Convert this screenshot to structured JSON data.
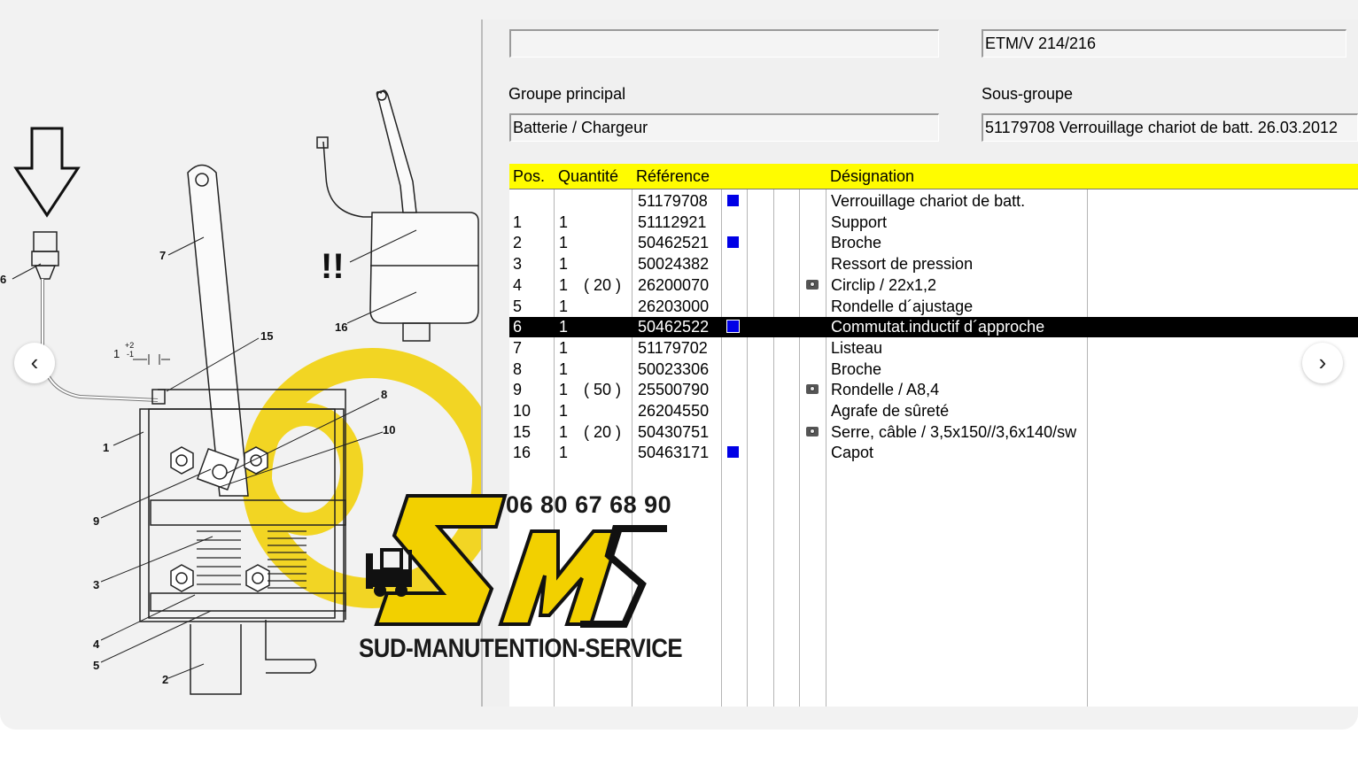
{
  "header": {
    "field_top_left": "",
    "model": "ETM/V 214/216",
    "groupe_principal_label": "Groupe principal",
    "groupe_principal_value": "Batterie / Chargeur",
    "sous_groupe_label": "Sous-groupe",
    "sous_groupe_value": "51179708  Verrouillage chariot de batt. 26.03.2012"
  },
  "table": {
    "columns": [
      "Pos.",
      "Quantité",
      "Référence",
      "Désignation"
    ],
    "rows": [
      {
        "pos": "",
        "qty": "",
        "pack": "",
        "ref": "51179708",
        "marker": "blue-square",
        "desc": "Verrouillage chariot de batt."
      },
      {
        "pos": "1",
        "qty": "1",
        "pack": "",
        "ref": "51112921",
        "marker": "",
        "desc": "Support"
      },
      {
        "pos": "2",
        "qty": "1",
        "pack": "",
        "ref": "50462521",
        "marker": "blue-square",
        "desc": "Broche"
      },
      {
        "pos": "3",
        "qty": "1",
        "pack": "",
        "ref": "50024382",
        "marker": "",
        "desc": "Ressort de pression"
      },
      {
        "pos": "4",
        "qty": "1",
        "pack": "( 20 )",
        "ref": "26200070",
        "marker": "camera-icon",
        "desc": "Circlip / 22x1,2"
      },
      {
        "pos": "5",
        "qty": "1",
        "pack": "",
        "ref": "26203000",
        "marker": "",
        "desc": "Rondelle d´ajustage"
      },
      {
        "pos": "6",
        "qty": "1",
        "pack": "",
        "ref": "50462522",
        "marker": "blue-square",
        "desc": "Commutat.inductif d´approche",
        "selected": true
      },
      {
        "pos": "7",
        "qty": "1",
        "pack": "",
        "ref": "51179702",
        "marker": "",
        "desc": "Listeau"
      },
      {
        "pos": "8",
        "qty": "1",
        "pack": "",
        "ref": "50023306",
        "marker": "",
        "desc": "Broche"
      },
      {
        "pos": "9",
        "qty": "1",
        "pack": "( 50 )",
        "ref": "25500790",
        "marker": "camera-icon",
        "desc": "Rondelle / A8,4"
      },
      {
        "pos": "10",
        "qty": "1",
        "pack": "",
        "ref": "26204550",
        "marker": "",
        "desc": "Agrafe de sûreté"
      },
      {
        "pos": "15",
        "qty": "1",
        "pack": "( 20 )",
        "ref": "50430751",
        "marker": "camera-icon",
        "desc": "Serre, câble / 3,5x150//3,6x140/sw"
      },
      {
        "pos": "16",
        "qty": "1",
        "pack": "",
        "ref": "50463171",
        "marker": "blue-square",
        "desc": "Capot"
      }
    ]
  },
  "drawing": {
    "labels": [
      "6",
      "7",
      "16",
      "!!",
      "15",
      "1",
      "8",
      "10",
      "9",
      "3",
      "4",
      "5",
      "2"
    ],
    "tolerance": {
      "base": "1",
      "upper": "+2",
      "lower": "-1"
    }
  },
  "watermark": {
    "phone": "06 80 67 68 90",
    "company": "SUD-MANUTENTION-SERVICE",
    "yellow": "#f2d000"
  },
  "nav": {
    "prev_icon": "‹",
    "next_icon": "›"
  },
  "colors": {
    "header_yellow": "#fffc00",
    "marker_blue": "#0000e6",
    "selected_row": "#000000"
  }
}
